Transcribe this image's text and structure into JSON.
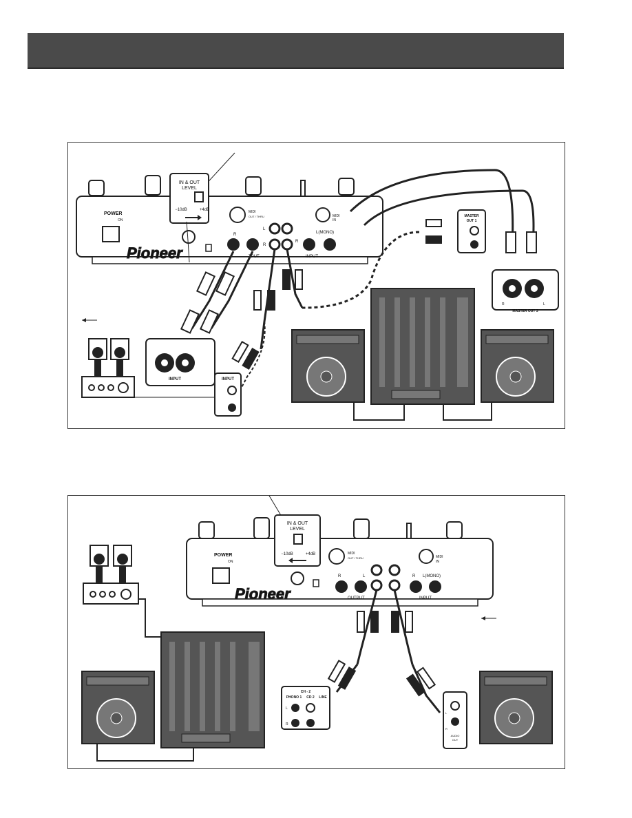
{
  "top": {
    "switch": {
      "title_line1": "IN & OUT",
      "title_line2": "LEVEL",
      "minus": "−10dB",
      "plus": "+4dB"
    },
    "power": "POWER",
    "on": "ON",
    "brand": "Pioneer",
    "midi_out": "MIDI",
    "midi_out_sub": "OUT / THRU",
    "midi_in": "MIDI",
    "midi_in_sub": "IN",
    "limono": "L(MONO)",
    "r": "R",
    "l": "L",
    "input": "INPUT",
    "tput": "TPUT",
    "master_out1_a": "MASTER",
    "master_out1_b": "OUT 1",
    "master_out3": "MASTER OUT 3",
    "amp_input": "INPUT",
    "rca_input": "INPUT"
  },
  "bottom": {
    "switch": {
      "title_line1": "IN & OUT",
      "title_line2": "LEVEL",
      "minus": "−10dB",
      "plus": "+4dB"
    },
    "power": "POWER",
    "on": "ON",
    "brand": "Pioneer",
    "midi_out": "MIDI",
    "midi_out_sub": "OUT / THRU",
    "midi_in": "MIDI",
    "midi_in_sub": "IN",
    "limono": "L(MONO)",
    "r": "R",
    "l": "L",
    "output": "OUTPUT",
    "input": "INPUT",
    "ch2": "CH - 2",
    "phono": "PHONO 1",
    "cd": "CD 2",
    "line": "LINE",
    "audio_out_a": "AUDIO",
    "audio_out_b": "OUT"
  }
}
